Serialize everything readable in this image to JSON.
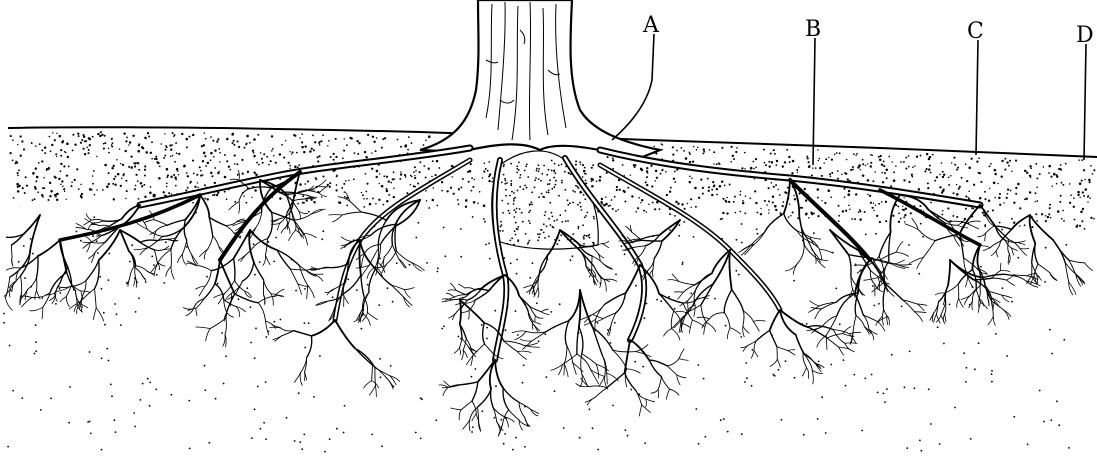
{
  "diagram": {
    "labels": [
      {
        "id": "A",
        "text": "A"
      },
      {
        "id": "B",
        "text": "B"
      },
      {
        "id": "C",
        "text": "C"
      },
      {
        "id": "D",
        "text": "D"
      }
    ]
  },
  "colors": {
    "ink": "#000000",
    "paper": "#ffffff"
  }
}
